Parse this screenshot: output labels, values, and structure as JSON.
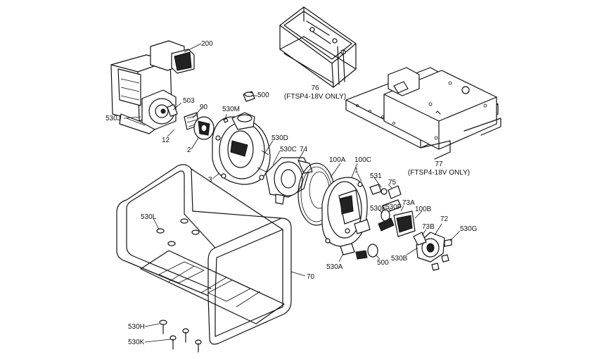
{
  "callouts": {
    "c200": "200",
    "c76": "76",
    "c76_note": "(FTSP4-18V ONLY)",
    "c503": "503",
    "c90": "90",
    "c530M": "530M",
    "c500a": "500",
    "c530J": "530J",
    "c12": "12",
    "c2": "2",
    "c530D": "530D",
    "c530C": "530C",
    "c74": "74",
    "c3": "3",
    "c77": "77",
    "c77_note": "(FTSP4-18V ONLY)",
    "c100A": "100A",
    "c100C": "100C",
    "c1": "1",
    "c531": "531",
    "c75": "75",
    "c530E": "530E",
    "c530F": "530F",
    "c73A": "73A",
    "c100B": "100B",
    "c72": "72",
    "c73B": "73B",
    "c530G": "530G",
    "c530L": "530L",
    "c530B": "530B",
    "c530A": "530A",
    "c500b": "500",
    "c70": "70",
    "c530H": "530H",
    "c530K": "530K"
  }
}
